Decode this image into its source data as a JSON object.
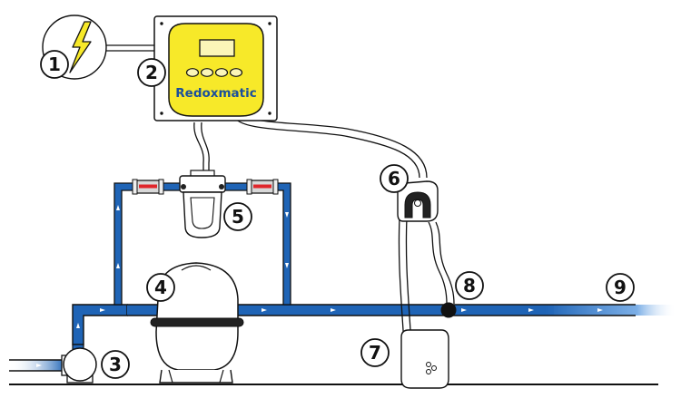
{
  "controller": {
    "brand": "Redoxmatic",
    "body_color": "#f7e929",
    "display_color": "#fbf6b8"
  },
  "colors": {
    "pipe": "#1f64b6",
    "pipe_light": "#5a9ae0",
    "flow_arrow": "#ffffff",
    "outline": "#111111",
    "valve_handle": "#e0262b"
  },
  "labels": [
    {
      "id": "1",
      "text": "1",
      "component": "power-supply"
    },
    {
      "id": "2",
      "text": "2",
      "component": "controller-unit"
    },
    {
      "id": "3",
      "text": "3",
      "component": "circulation-pump"
    },
    {
      "id": "4",
      "text": "4",
      "component": "sand-filter"
    },
    {
      "id": "5",
      "text": "5",
      "component": "measuring-cell"
    },
    {
      "id": "6",
      "text": "6",
      "component": "dosing-pump"
    },
    {
      "id": "7",
      "text": "7",
      "component": "chemical-canister"
    },
    {
      "id": "8",
      "text": "8",
      "component": "injection-point"
    },
    {
      "id": "9",
      "text": "9",
      "component": "pool-return-line"
    }
  ]
}
